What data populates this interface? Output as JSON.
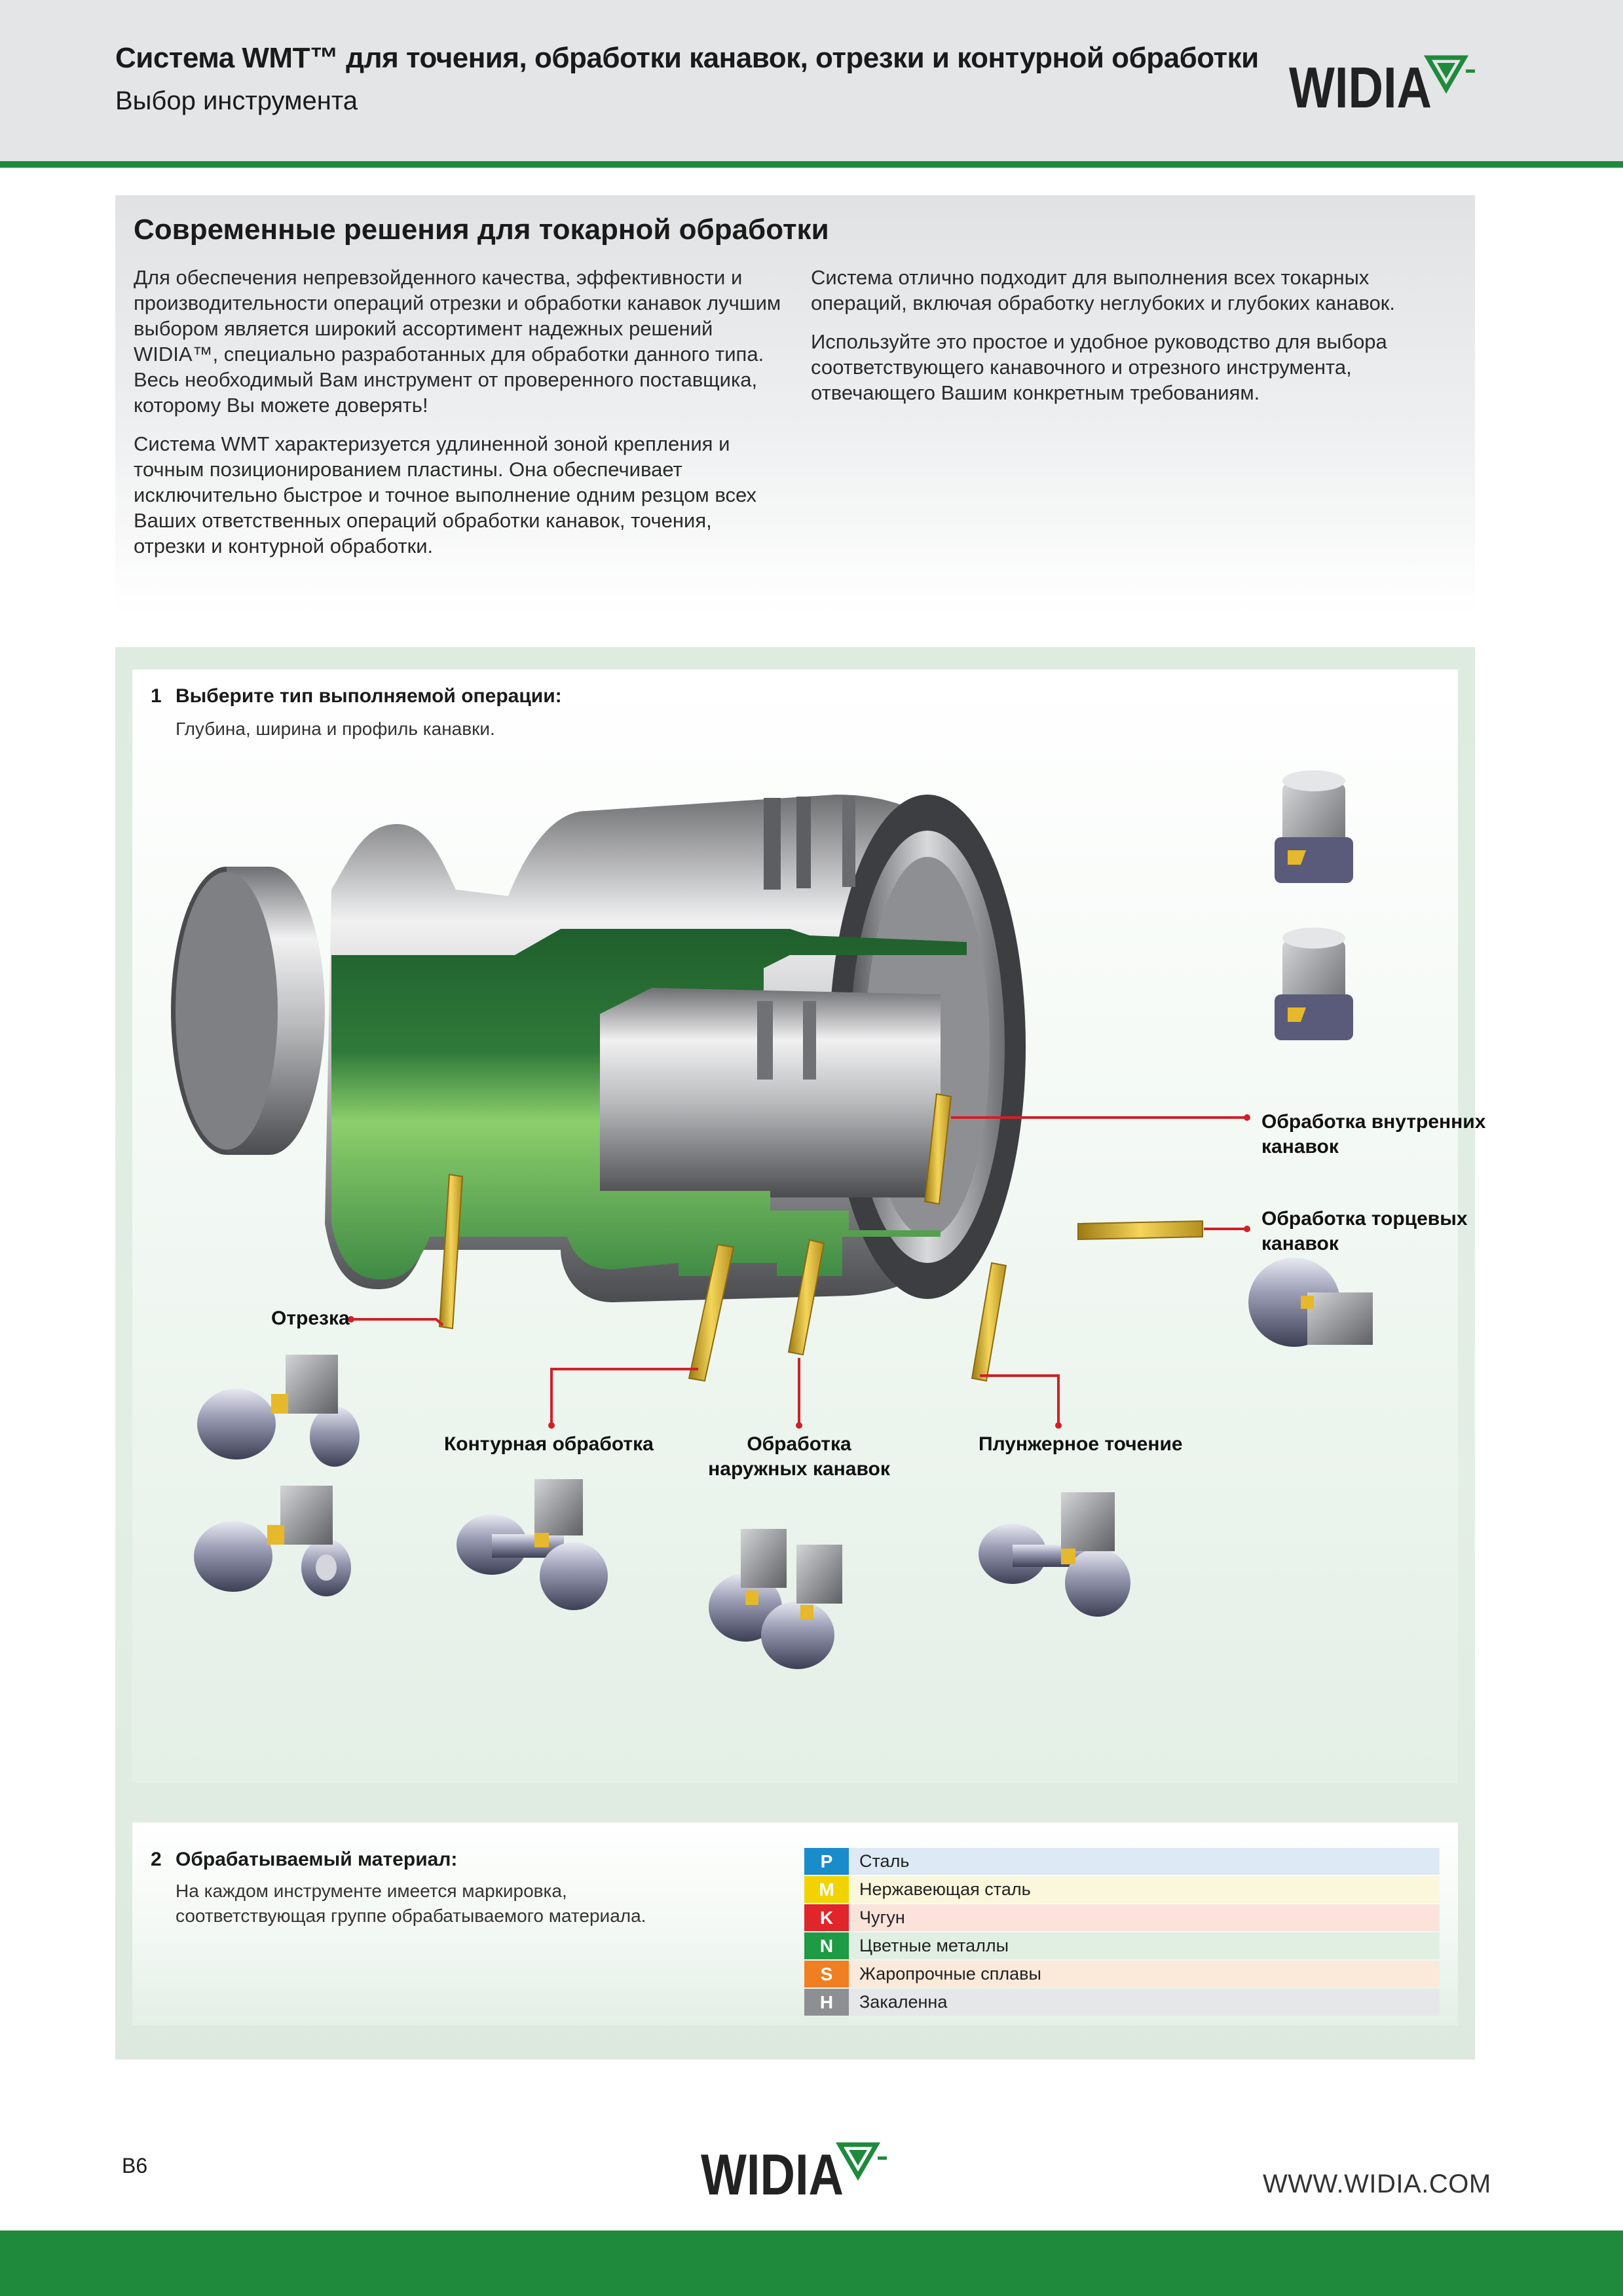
{
  "header": {
    "title": "Система WMT™ для точения, обработки канавок, отрезки и контурной обработки",
    "subtitle": "Выбор инструмента",
    "logo_text": "WIDIA"
  },
  "intro": {
    "heading": "Современные решения для токарной обработки",
    "left_paragraphs": [
      "Для обеспечения непревзойденного качества, эффективности и производительности операций отрезки и обработки канавок лучшим выбором является широкий ассортимент надежных решений WIDIA™, специально разработанных для обработки данного типа. Весь необходимый Вам инструмент от проверенного поставщика, которому Вы можете доверять!",
      "Система WMT характеризуется удлиненной зоной крепления и точным позиционированием пластины. Она обеспечивает исключительно быстрое и точное выполнение одним резцом всех Ваших ответственных операций обработки канавок, точения, отрезки и контурной обработки."
    ],
    "right_paragraphs": [
      "Система отлично подходит для выполнения всех токарных операций, включая обработку неглубоких и глубоких канавок.",
      "Используйте это простое и удобное руководство для выбора соответствующего канавочного и отрезного инструмента, отвечающего Вашим конкретным требованиям."
    ]
  },
  "step1": {
    "number": "1",
    "title": "Выберите тип выполняемой операции:",
    "description": "Глубина, ширина и профиль канавки."
  },
  "operations": {
    "internal_grooving_line1": "Обработка внутренних",
    "internal_grooving_line2": "канавок",
    "face_grooving_line1": "Обработка торцевых",
    "face_grooving_line2": "канавок",
    "parting_off": "Отрезка",
    "profiling": "Контурная обработка",
    "external_grooving_line1": "Обработка",
    "external_grooving_line2": "наружных канавок",
    "plunge_turning": "Плунжерное точение"
  },
  "step2": {
    "number": "2",
    "title": "Обрабатываемый материал:",
    "description_line1": "На каждом инструменте имеется маркировка,",
    "description_line2": "соответствующая группе обрабатываемого материала."
  },
  "materials": [
    {
      "code": "P",
      "name": "Сталь",
      "code_color": "#1a8ccc",
      "bg_color": "#ddeaf5"
    },
    {
      "code": "M",
      "name": "Нержавеющая сталь",
      "code_color": "#f2d300",
      "bg_color": "#fbf7dc"
    },
    {
      "code": "K",
      "name": "Чугун",
      "code_color": "#e0262b",
      "bg_color": "#fbe3dc"
    },
    {
      "code": "N",
      "name": "Цветные металлы",
      "code_color": "#1f9a45",
      "bg_color": "#e1efe3"
    },
    {
      "code": "S",
      "name": "Жаропрочные сплавы",
      "code_color": "#ef7f22",
      "bg_color": "#fbe9da"
    },
    {
      "code": "H",
      "name": "Закаленна",
      "code_color": "#8e8f92",
      "bg_color": "#e6e7e8"
    }
  ],
  "footer": {
    "page_number": "B6",
    "url": "WWW.WIDIA.COM"
  },
  "colors": {
    "brand_green": "#1f8a3c",
    "leader_red": "#d21f26",
    "insert_yellow": "#e6b82b",
    "section_green": "#2e6b3a"
  }
}
